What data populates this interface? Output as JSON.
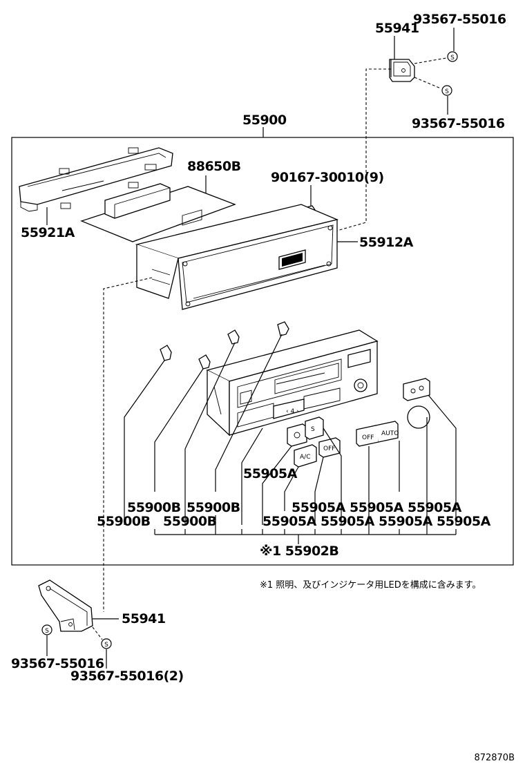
{
  "labels": {
    "screw_top_a": "93567-55016",
    "bracket_top": "55941",
    "screw_top_b": "93567-55016",
    "assembly": "55900",
    "connector": "88650B",
    "screw_mid": "90167-30010(9)",
    "frame": "55921A",
    "housing": "55912A",
    "bulb_1": "55900B",
    "bulb_2": "55900B",
    "bulb_3": "55900B",
    "bulb_4": "55900B",
    "knob_1": "55905A",
    "knob_2": "55905A",
    "knob_3": "55905A",
    "knob_4": "55905A",
    "knob_5": "55905A",
    "knob_6": "55905A",
    "knob_7": "55905A",
    "knob_8": "55905A",
    "panel": "※1 55902B",
    "bracket_bottom": "55941",
    "screw_bottom_a": "93567-55016",
    "screw_bottom_b": "93567-55016(2)"
  },
  "note": "※1 照明、及びインジケータ用LEDを構成に含みます。",
  "figure_id": "872870B",
  "button_text": {
    "ac": "A/C",
    "off": "OFF",
    "auto": "AUTO",
    "s": "S"
  }
}
